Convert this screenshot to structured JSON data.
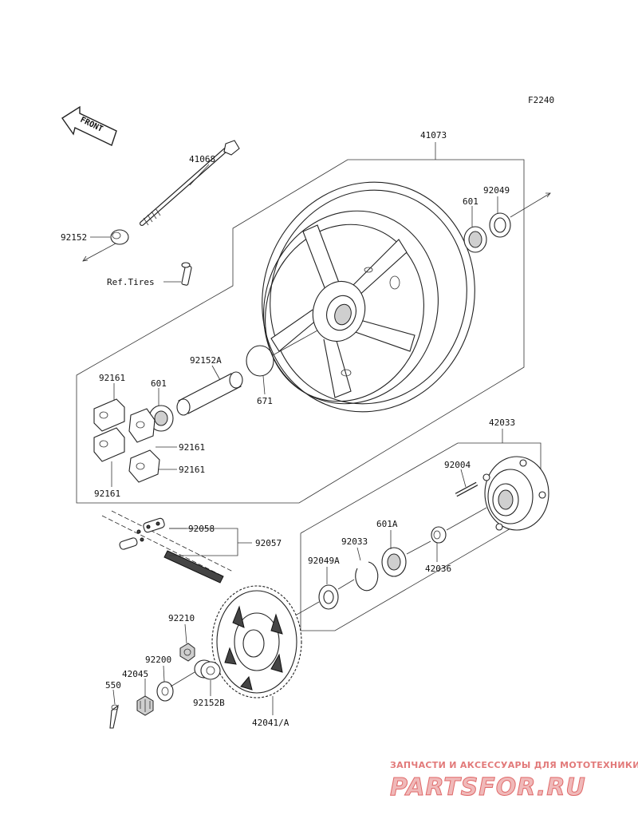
{
  "figure": {
    "code": "F2240"
  },
  "front_marker": {
    "text": "FRONT"
  },
  "parts": {
    "p41073": "41073",
    "p41068": "41068",
    "p92152": "92152",
    "ref_tires": "Ref.Tires",
    "p601_top": "601",
    "p92049": "92049",
    "p92152A": "92152A",
    "p671": "671",
    "p92161_a": "92161",
    "p601_left": "601",
    "p92161_b": "92161",
    "p92161_c": "92161",
    "p92161_d": "92161",
    "p42033": "42033",
    "p92004": "92004",
    "p92058": "92058",
    "p92057": "92057",
    "p92033": "92033",
    "p601A": "601A",
    "p42036": "42036",
    "p92049A": "92049A",
    "p92210": "92210",
    "p92200": "92200",
    "p42045": "42045",
    "p550": "550",
    "p92152B": "92152B",
    "p42041A": "42041/A"
  },
  "watermark": {
    "tagline": "ЗАПЧАСТИ И АКСЕССУАРЫ ДЛЯ МОТОТЕХНИКИ",
    "brand": "PARTSFOR.RU"
  }
}
